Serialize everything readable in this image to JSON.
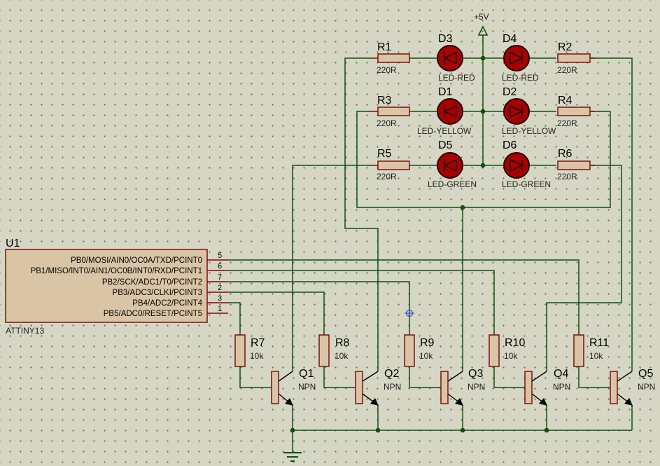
{
  "power": {
    "label": "+5V"
  },
  "u1": {
    "ref": "U1",
    "part": "ATTINY13",
    "pins": [
      {
        "name": "PB0/MOSI/AIN0/OC0A/TXD/PCINT0",
        "num": "5"
      },
      {
        "name": "PB1/MISO/INT0/AIN1/OC0B/INT0/RXD/PCINT1",
        "num": "6"
      },
      {
        "name": "PB2/SCK/ADC1/T0/PCINT2",
        "num": "7"
      },
      {
        "name": "PB3/ADC3/CLKI/PCINT3",
        "num": "2"
      },
      {
        "name": "PB4/ADC2/PCINT4",
        "num": "3"
      },
      {
        "name": "PB5/ADC0/RESET/PCINT5",
        "num": "1"
      }
    ]
  },
  "resistors": {
    "r1": {
      "ref": "R1",
      "value": "220R"
    },
    "r2": {
      "ref": "R2",
      "value": "220R"
    },
    "r3": {
      "ref": "R3",
      "value": "220R"
    },
    "r4": {
      "ref": "R4",
      "value": "220R"
    },
    "r5": {
      "ref": "R5",
      "value": "220R"
    },
    "r6": {
      "ref": "R6",
      "value": "220R"
    },
    "r7": {
      "ref": "R7",
      "value": "10k"
    },
    "r8": {
      "ref": "R8",
      "value": "10k"
    },
    "r9": {
      "ref": "R9",
      "value": "10k"
    },
    "r10": {
      "ref": "R10",
      "value": "10k"
    },
    "r11": {
      "ref": "R11",
      "value": "10k"
    }
  },
  "leds": {
    "d3": {
      "ref": "D3",
      "type": "LED-RED"
    },
    "d4": {
      "ref": "D4",
      "type": "LED-RED"
    },
    "d1": {
      "ref": "D1",
      "type": "LED-YELLOW"
    },
    "d2": {
      "ref": "D2",
      "type": "LED-YELLOW"
    },
    "d5": {
      "ref": "D5",
      "type": "LED-GREEN"
    },
    "d6": {
      "ref": "D6",
      "type": "LED-GREEN"
    }
  },
  "transistors": {
    "q1": {
      "ref": "Q1",
      "type": "NPN"
    },
    "q2": {
      "ref": "Q2",
      "type": "NPN"
    },
    "q3": {
      "ref": "Q3",
      "type": "NPN"
    },
    "q4": {
      "ref": "Q4",
      "type": "NPN"
    },
    "q5": {
      "ref": "Q5",
      "type": "NPN"
    }
  },
  "colors": {
    "background": "#d6d6c4",
    "wire": "#0f4f0f",
    "component_outline": "#7a1010",
    "component_fill": "#d9c5a5",
    "led_fill": "#a80000"
  }
}
